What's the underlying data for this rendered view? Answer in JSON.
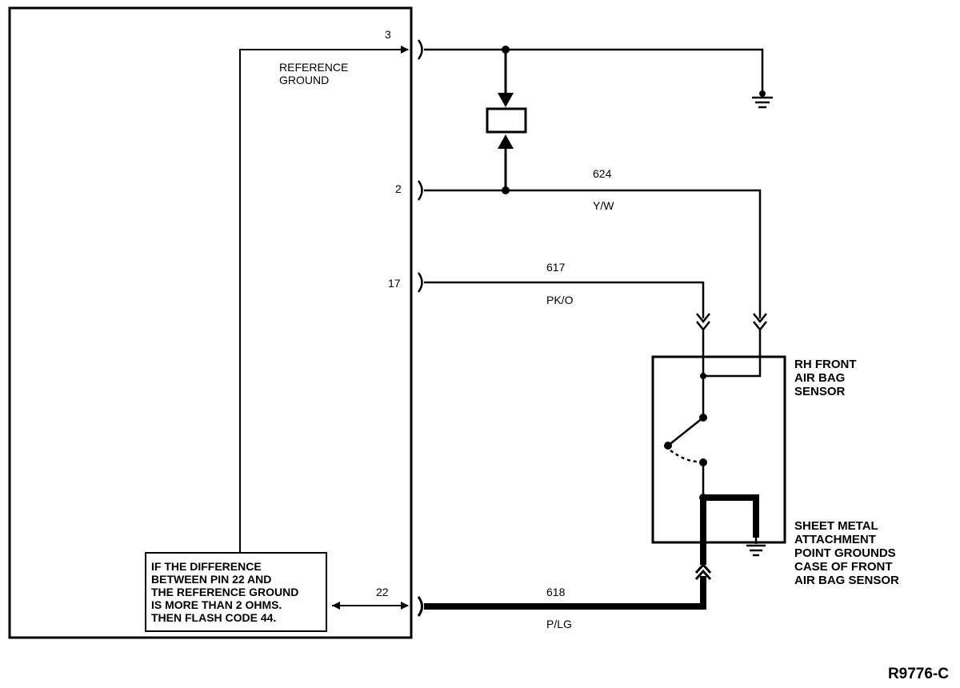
{
  "module": {
    "reference_ground_label": [
      "REFERENCE",
      "GROUND"
    ]
  },
  "pins": {
    "pin3": "3",
    "pin2": "2",
    "pin17": "17",
    "pin22": "22"
  },
  "wires": {
    "w624": {
      "circuit": "624",
      "color": "Y/W"
    },
    "w617": {
      "circuit": "617",
      "color": "PK/O"
    },
    "w618": {
      "circuit": "618",
      "color": "P/LG"
    }
  },
  "sensor_label": [
    "RH FRONT",
    "AIR BAG",
    "SENSOR"
  ],
  "ground_note": [
    "SHEET METAL",
    "ATTACHMENT",
    "POINT GROUNDS",
    "CASE OF FRONT",
    "AIR BAG SENSOR"
  ],
  "info_box": [
    "IF THE DIFFERENCE",
    "BETWEEN PIN 22 AND",
    "THE REFERENCE GROUND",
    "IS MORE THAN 2 OHMS.",
    "THEN FLASH CODE 44."
  ],
  "figure_id": "R9776-C"
}
